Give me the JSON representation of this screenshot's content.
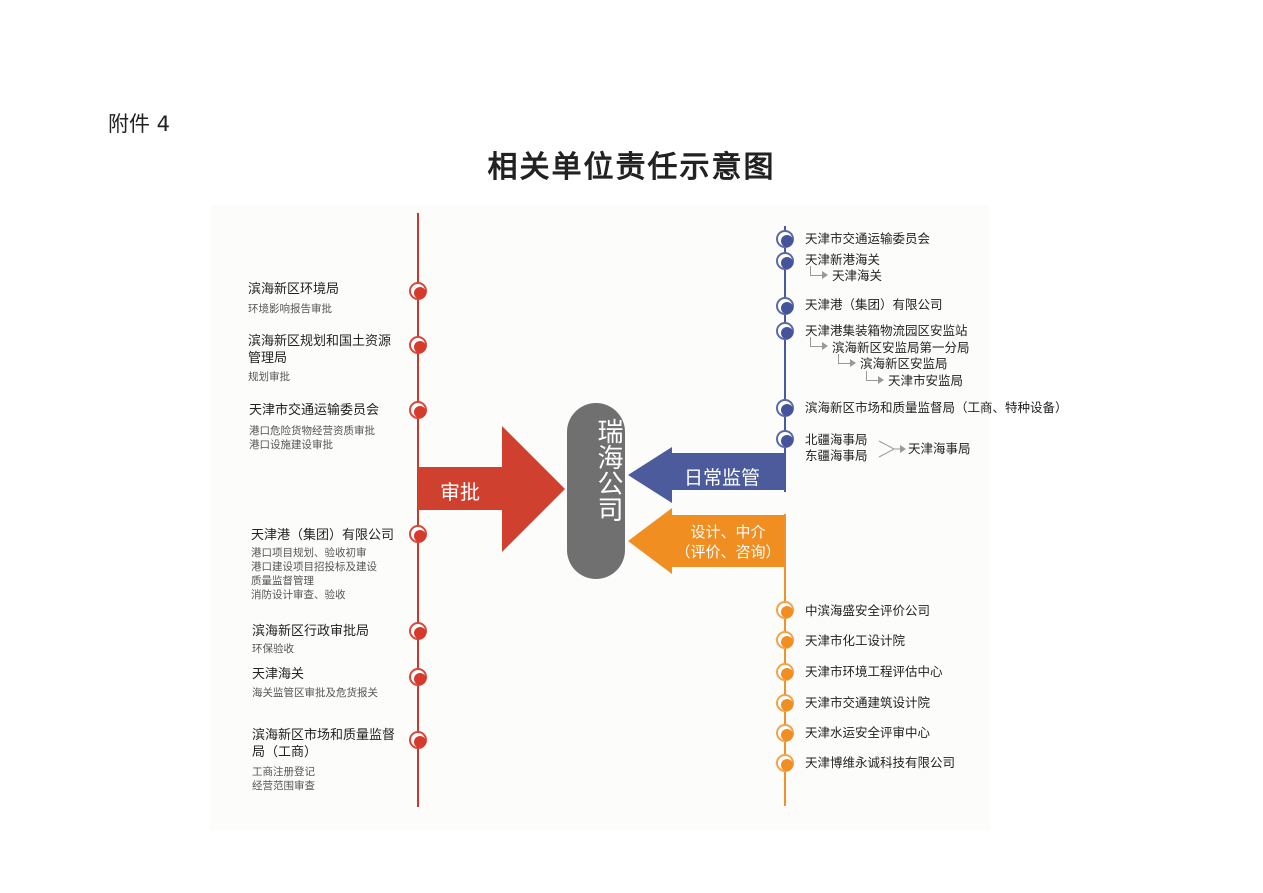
{
  "attachment_label": "附件 4",
  "title": "相关单位责任示意图",
  "center_company": "瑞海公司",
  "arrows": {
    "approval": "审批",
    "supervision": "日常监管",
    "design_line1": "设计、中介",
    "design_line2": "（评价、咨询）"
  },
  "colors": {
    "approval": "#d0402e",
    "supervision": "#4b5b9c",
    "design": "#f08e22",
    "company": "#707070"
  },
  "approval_units": [
    {
      "name": "滨海新区环境局",
      "desc": [
        "环境影响报告审批"
      ]
    },
    {
      "name": "滨海新区规划和国土资源管理局",
      "desc": [
        "规划审批"
      ]
    },
    {
      "name": "天津市交通运输委员会",
      "desc": [
        "港口危险货物经营资质审批",
        "港口设施建设审批"
      ]
    },
    {
      "name": "天津港（集团）有限公司",
      "desc": [
        "港口项目规划、验收初审",
        "港口建设项目招投标及建设",
        "质量监督管理",
        "消防设计审查、验收"
      ]
    },
    {
      "name": "滨海新区行政审批局",
      "desc": [
        "环保验收"
      ]
    },
    {
      "name": "天津海关",
      "desc": [
        "海关监管区审批及危货报关"
      ]
    },
    {
      "name": "滨海新区市场和质量监督局（工商）",
      "desc": [
        "工商注册登记",
        "经营范围审查"
      ]
    }
  ],
  "supervision_units": [
    {
      "name": "天津市交通运输委员会"
    },
    {
      "name": "天津新港海关",
      "chain": [
        "天津海关"
      ]
    },
    {
      "name": "天津港（集团）有限公司"
    },
    {
      "name": "天津港集装箱物流园区安监站",
      "chain": [
        "滨海新区安监局第一分局",
        "滨海新区安监局",
        "天津市安监局"
      ]
    },
    {
      "name": "滨海新区市场和质量监督局（工商、特种设备）"
    },
    {
      "name": "北疆海事局",
      "name2": "东疆海事局",
      "merge": "天津海事局"
    }
  ],
  "design_units": [
    {
      "name": "中滨海盛安全评价公司"
    },
    {
      "name": "天津市化工设计院"
    },
    {
      "name": "天津市环境工程评估中心"
    },
    {
      "name": "天津市交通建筑设计院"
    },
    {
      "name": "天津水运安全评审中心"
    },
    {
      "name": "天津博维永诚科技有限公司"
    }
  ]
}
